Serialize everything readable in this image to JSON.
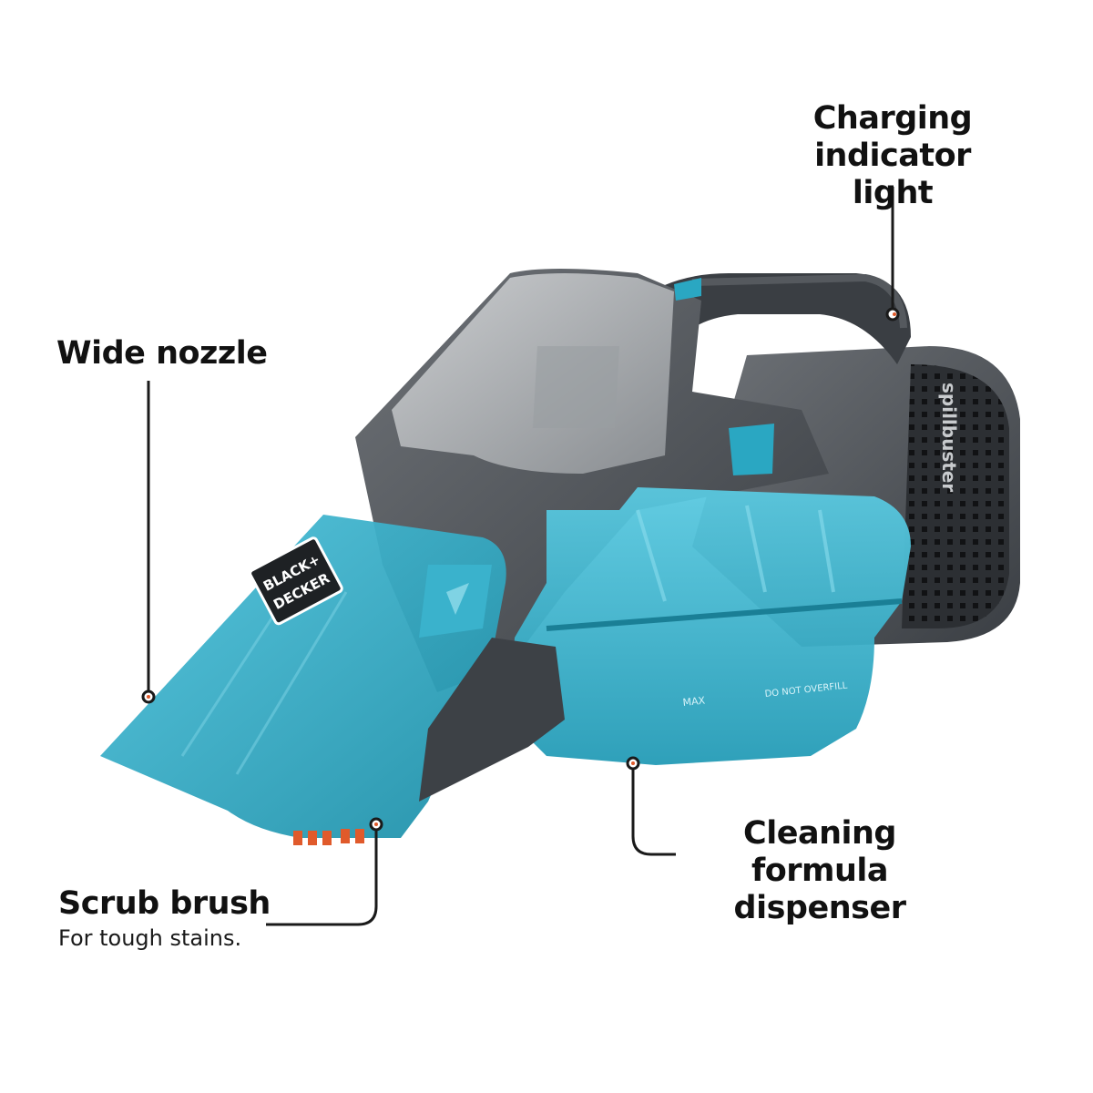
{
  "callouts": {
    "charging": {
      "line1": "Charging indicator",
      "line2": "light"
    },
    "wide_nozzle": {
      "label": "Wide nozzle"
    },
    "scrub_brush": {
      "label": "Scrub brush",
      "sub": "For tough stains."
    },
    "formula": {
      "line1": "Cleaning formula",
      "line2": "dispenser"
    }
  },
  "product": {
    "brand_line1": "BLACK+",
    "brand_line2": "DECKER",
    "model": "spillbuster",
    "tank_mark_1": "MAX",
    "tank_mark_2": "DO NOT OVERFILL"
  },
  "colors": {
    "teal": "#2aa7c2",
    "teal_light": "#6fd0e4",
    "dark_gray": "#3b3f44",
    "mid_gray": "#6b6f74",
    "smoke": "#b9bcbf"
  }
}
